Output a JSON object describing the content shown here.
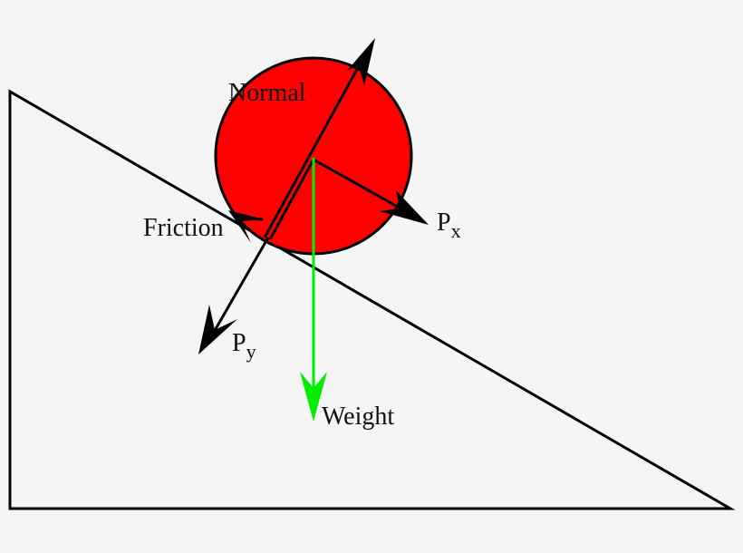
{
  "diagram": {
    "title": "",
    "type": "free-body diagram on inclined plane",
    "colors": {
      "background": "#f5f5f5",
      "ball": "#ff0000",
      "weight_arrow": "#00ee00",
      "lines": "#000000"
    },
    "labels": {
      "normal": "Normal",
      "friction": "Friction",
      "px_main": "P",
      "px_sub": "x",
      "py_main": "P",
      "py_sub": "y",
      "weight": "Weight"
    },
    "forces": [
      {
        "name": "Normal",
        "direction": "perpendicular to slope, away"
      },
      {
        "name": "Friction",
        "direction": "up the slope"
      },
      {
        "name": "Px",
        "direction": "down the slope"
      },
      {
        "name": "Py",
        "direction": "into the slope"
      },
      {
        "name": "Weight",
        "direction": "straight down"
      }
    ]
  }
}
